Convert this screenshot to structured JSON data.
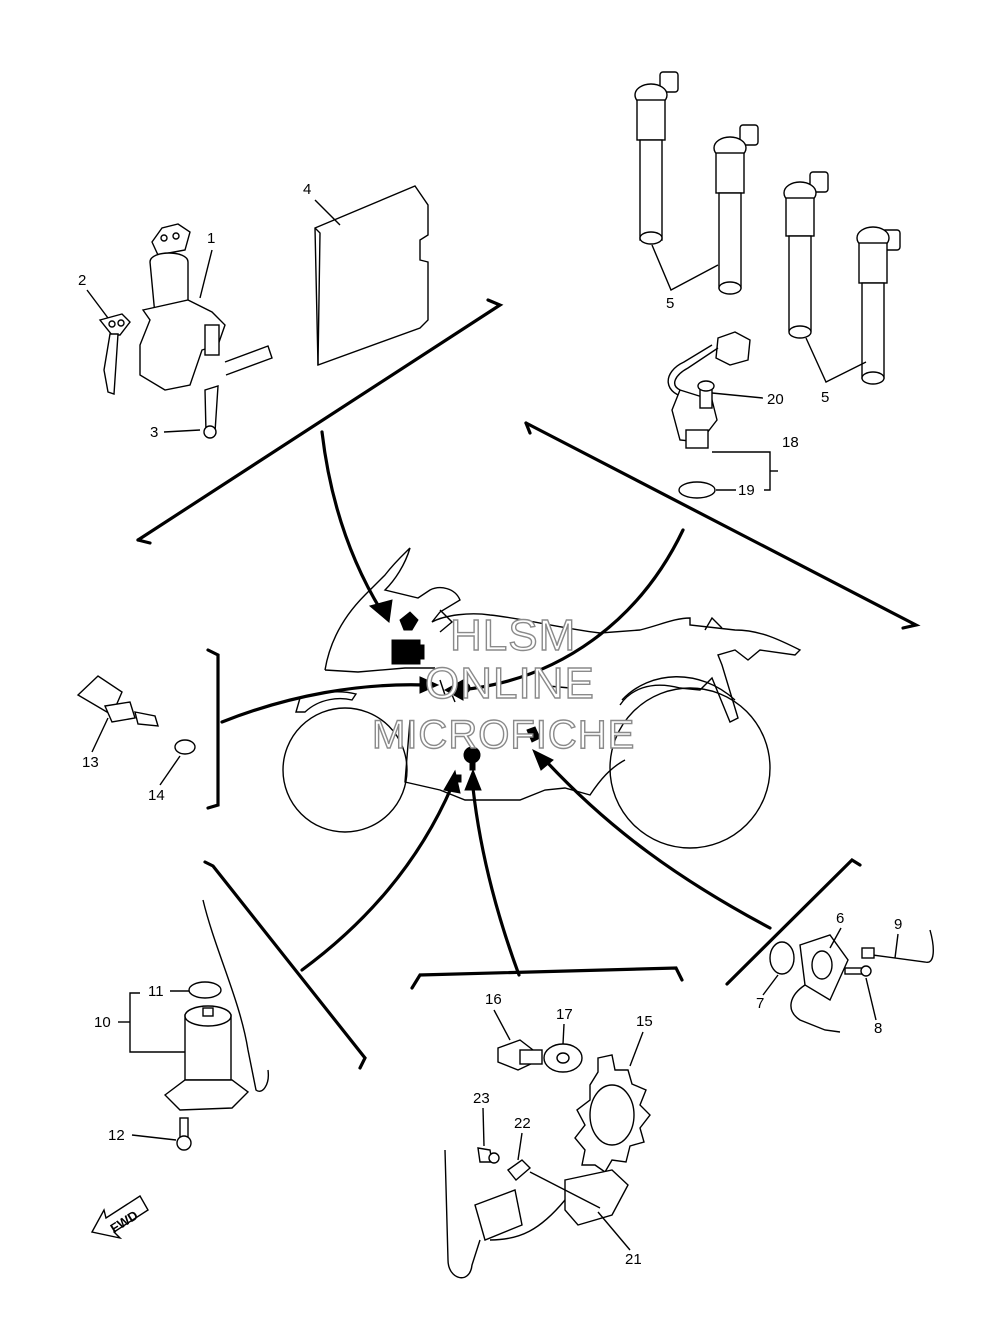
{
  "callouts": {
    "c1": "1",
    "c2": "2",
    "c3": "3",
    "c4": "4",
    "c5a": "5",
    "c5b": "5",
    "c6": "6",
    "c7": "7",
    "c8": "8",
    "c9": "9",
    "c10": "10",
    "c11": "11",
    "c12": "12",
    "c13": "13",
    "c14": "14",
    "c15": "15",
    "c16": "16",
    "c17": "17",
    "c18": "18",
    "c19": "19",
    "c20": "20",
    "c21": "21",
    "c22": "22",
    "c23": "23"
  },
  "watermark": {
    "line1": "HLSM",
    "line2": "ONLINE",
    "line3": "MICROFICHE"
  },
  "direction_badge": "FWD"
}
